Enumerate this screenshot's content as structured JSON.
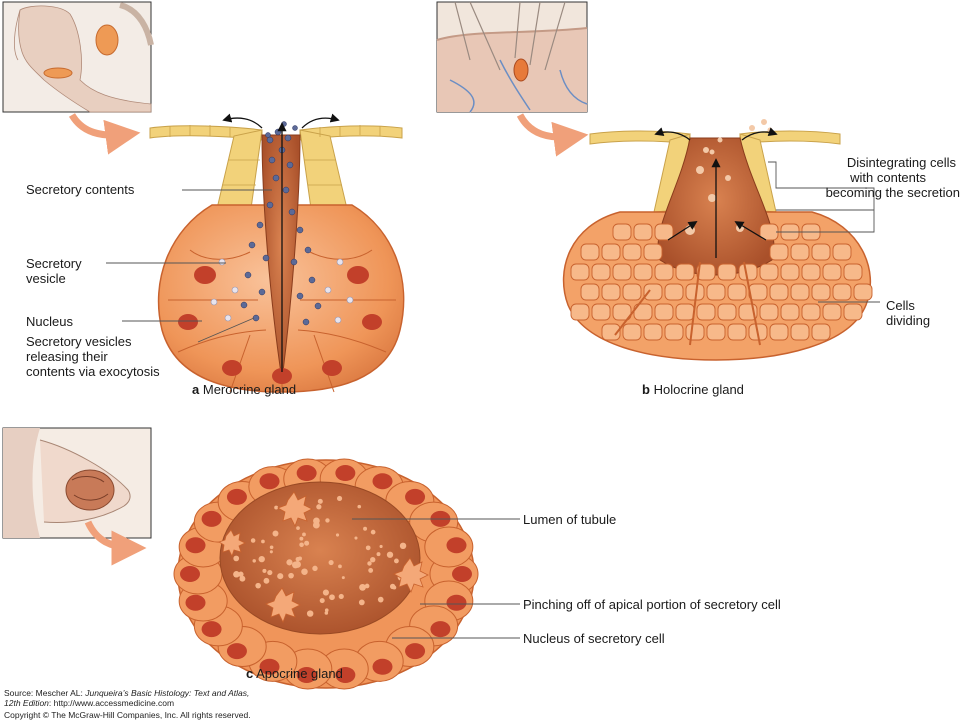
{
  "panels": {
    "merocrine": {
      "letter": "a",
      "caption": "Merocrine gland",
      "labels": {
        "secretory_contents": "Secretory contents",
        "secretory_vesicle_1": "Secretory",
        "secretory_vesicle_2": "vesicle",
        "nucleus": "Nucleus",
        "releasing_1": "Secretory vesicles",
        "releasing_2": "releasing their",
        "releasing_3": "contents via exocytosis"
      }
    },
    "holocrine": {
      "letter": "b",
      "caption": "Holocrine gland",
      "labels": {
        "disintegrating_1": "Disintegrating cells",
        "disintegrating_2": "with contents",
        "disintegrating_3": "becoming the secretion",
        "cells_1": "Cells",
        "cells_2": "dividing"
      }
    },
    "apocrine": {
      "letter": "c",
      "caption": "Apocrine gland",
      "labels": {
        "lumen": "Lumen of tubule",
        "pinching": "Pinching off of apical portion of secretory cell",
        "nucleus": "Nucleus of secretory cell"
      }
    }
  },
  "source": {
    "line1_prefix": "Source: Mescher AL: ",
    "line1_title": "Junqueira’s Basic Histology: Text and Atlas,",
    "line2_edition": "12th Edition",
    "line2_rest": ": http://www.accessmedicine.com",
    "line3": "Copyright © The McGraw-Hill Companies, Inc. All rights reserved."
  },
  "colors": {
    "cell_fill": "#f0955a",
    "cell_light": "#f7b98a",
    "cell_stroke": "#c8622e",
    "nucleus": "#c2402a",
    "lumen": "#b5552c",
    "epithelium": "#f2d27a",
    "vesicle": "#5c6a98",
    "arrow": "#f0a07a",
    "leader": "#555555"
  }
}
